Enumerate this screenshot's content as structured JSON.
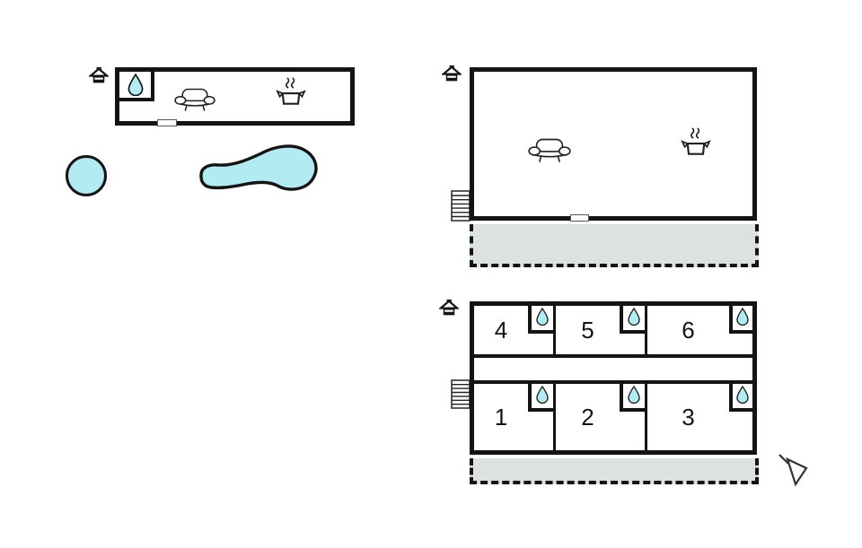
{
  "colors": {
    "wall": "#141414",
    "water": "#b3ebf2",
    "terrace": "#dce2df",
    "bg": "#ffffff",
    "stroke": "#222222"
  },
  "apartments": {
    "upper": [
      {
        "label": "4"
      },
      {
        "label": "5"
      },
      {
        "label": "6"
      }
    ],
    "lower": [
      {
        "label": "1"
      },
      {
        "label": "2"
      },
      {
        "label": "3"
      }
    ]
  },
  "icons": {
    "entrance": "house-entrance-icon",
    "water_drop": "bathroom-shower-icon",
    "sofa": "living-room-sofa-icon",
    "pot": "kitchen-steaming-pot-icon",
    "stairs": "stairs-icon",
    "round_pool": "hot-tub-round-pool",
    "kidney_pool": "swimming-pool",
    "terrace": "terrace-dashed-area",
    "door": "door-opening",
    "cursor": "mouse-pointer-icon"
  }
}
